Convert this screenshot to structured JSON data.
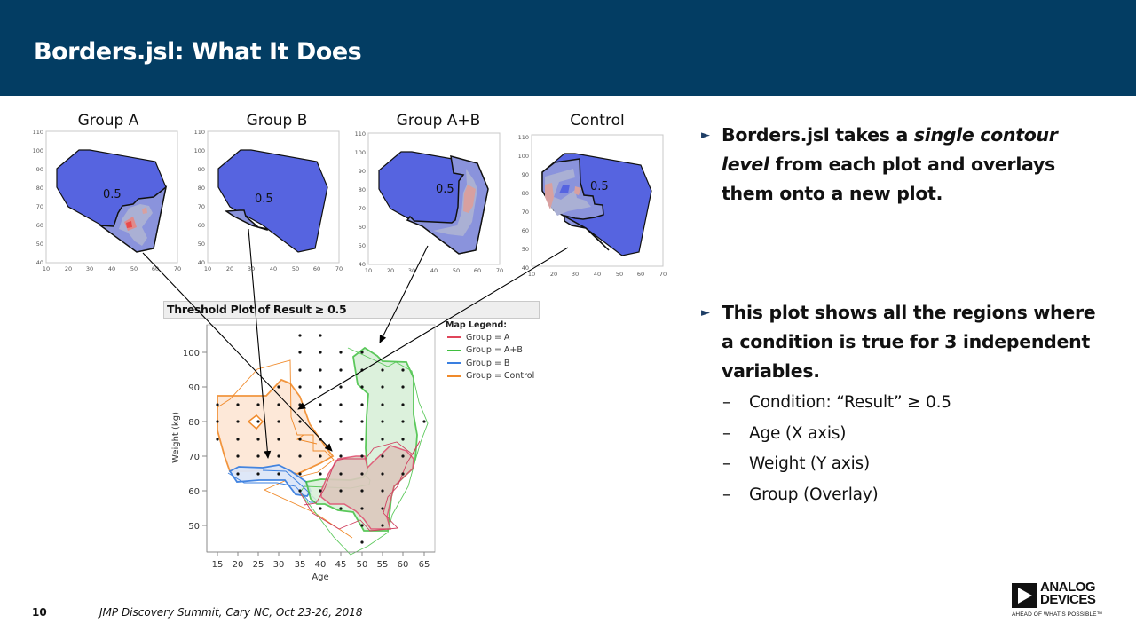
{
  "slide": {
    "title": "Borders.jsl: What It Does",
    "page_number": "10",
    "footer_text": "JMP Discovery Summit, Cary NC, Oct 23-26, 2018",
    "header_color": "#033d63"
  },
  "logo": {
    "name_line1": "ANALOG",
    "name_line2": "DEVICES",
    "tagline": "AHEAD OF WHAT'S POSSIBLE™"
  },
  "small_plots": [
    {
      "label": "Group A",
      "contour_label": "0.5"
    },
    {
      "label": "Group B",
      "contour_label": "0.5"
    },
    {
      "label": "Group A+B",
      "contour_label": "0.5"
    },
    {
      "label": "Control",
      "contour_label": "0.5"
    }
  ],
  "small_plot_axes": {
    "x_ticks": [
      "10",
      "20",
      "30",
      "40",
      "50",
      "60",
      "70"
    ],
    "y_ticks": [
      "40",
      "50",
      "60",
      "70",
      "80",
      "90",
      "100",
      "110"
    ]
  },
  "main_plot": {
    "title": "Threshold Plot of Result ≥ 0.5",
    "xlabel": "Age",
    "ylabel": "Weight (kg)",
    "x_ticks": [
      "15",
      "20",
      "25",
      "30",
      "35",
      "40",
      "45",
      "50",
      "55",
      "60",
      "65"
    ],
    "y_ticks": [
      "50",
      "60",
      "70",
      "80",
      "90",
      "100"
    ],
    "legend": {
      "title": "Map Legend:",
      "items": [
        {
          "label": "Group = A",
          "color": "#e0455a"
        },
        {
          "label": "Group = A+B",
          "color": "#3fbf3f"
        },
        {
          "label": "Group = B",
          "color": "#3a7fe0"
        },
        {
          "label": "Group = Control",
          "color": "#f08a2a"
        }
      ]
    }
  },
  "bullets": [
    {
      "parts": [
        {
          "text": "Borders.jsl takes a ",
          "italic": false
        },
        {
          "text": "single contour level",
          "italic": true
        },
        {
          "text": " from each plot and overlays them onto a new plot.",
          "italic": false
        }
      ]
    },
    {
      "text": "This plot shows all the regions where a condition is true for 3 independent variables.",
      "sub_items": [
        "Condition: “Result” ≥ 0.5",
        "Age (X axis)",
        "Weight (Y axis)",
        "Group (Overlay)"
      ]
    }
  ],
  "chart_data": {
    "type": "scatter",
    "title": "Threshold Plot of Result ≥ 0.5",
    "xlabel": "Age",
    "ylabel": "Weight (kg)",
    "xlim": [
      13,
      67
    ],
    "ylim": [
      42,
      108
    ],
    "x_ticks": [
      15,
      20,
      25,
      30,
      35,
      40,
      45,
      50,
      55,
      60,
      65
    ],
    "y_ticks": [
      50,
      60,
      70,
      80,
      90,
      100
    ],
    "legend_position": "right",
    "series": [
      {
        "name": "Group = A",
        "color": "#e0455a"
      },
      {
        "name": "Group = A+B",
        "color": "#3fbf3f"
      },
      {
        "name": "Group = B",
        "color": "#3a7fe0"
      },
      {
        "name": "Group = Control",
        "color": "#f08a2a"
      }
    ],
    "grid_points_note": "black dots mark grid points where condition is true"
  }
}
